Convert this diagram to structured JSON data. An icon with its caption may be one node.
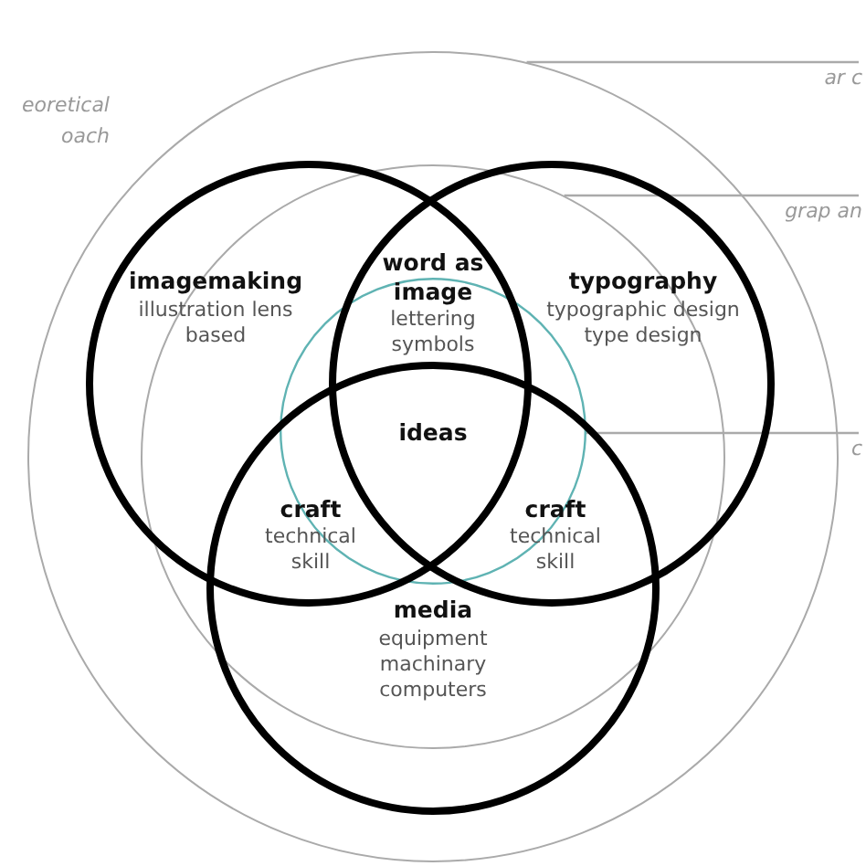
{
  "diagram": {
    "nodes": [
      {
        "text": [],
        "shape": "circle"
      },
      {
        "text": [],
        "shape": "circle",
        "in": 0
      },
      {
        "text": [],
        "shape": "circle",
        "in": 1
      },
      {
        "text": [
          "imagemaking",
          "illustration lens based"
        ],
        "in": 0
      },
      {
        "text": [
          "typography",
          "typographic design type design"
        ],
        "in": 0
      },
      {
        "text": [
          "media",
          "equipment machinary computers"
        ],
        "in": 0
      },
      {
        "text": [
          "ar c"
        ]
      },
      {
        "text": [
          "grap an"
        ]
      },
      {
        "text": [
          "c"
        ]
      }
    ],
    "edges": [
      {
        "from": 6,
        "to": 0,
        "arrow": "none"
      },
      {
        "from": 7,
        "to": 1,
        "arrow": "none"
      },
      {
        "from": 8,
        "to": 2,
        "arrow": "none"
      }
    ],
    "labels": [
      "eoretical oach",
      "word as image",
      "lettering symbols",
      "ideas",
      "craft",
      "technical skill",
      "craft",
      "technical skill"
    ]
  }
}
